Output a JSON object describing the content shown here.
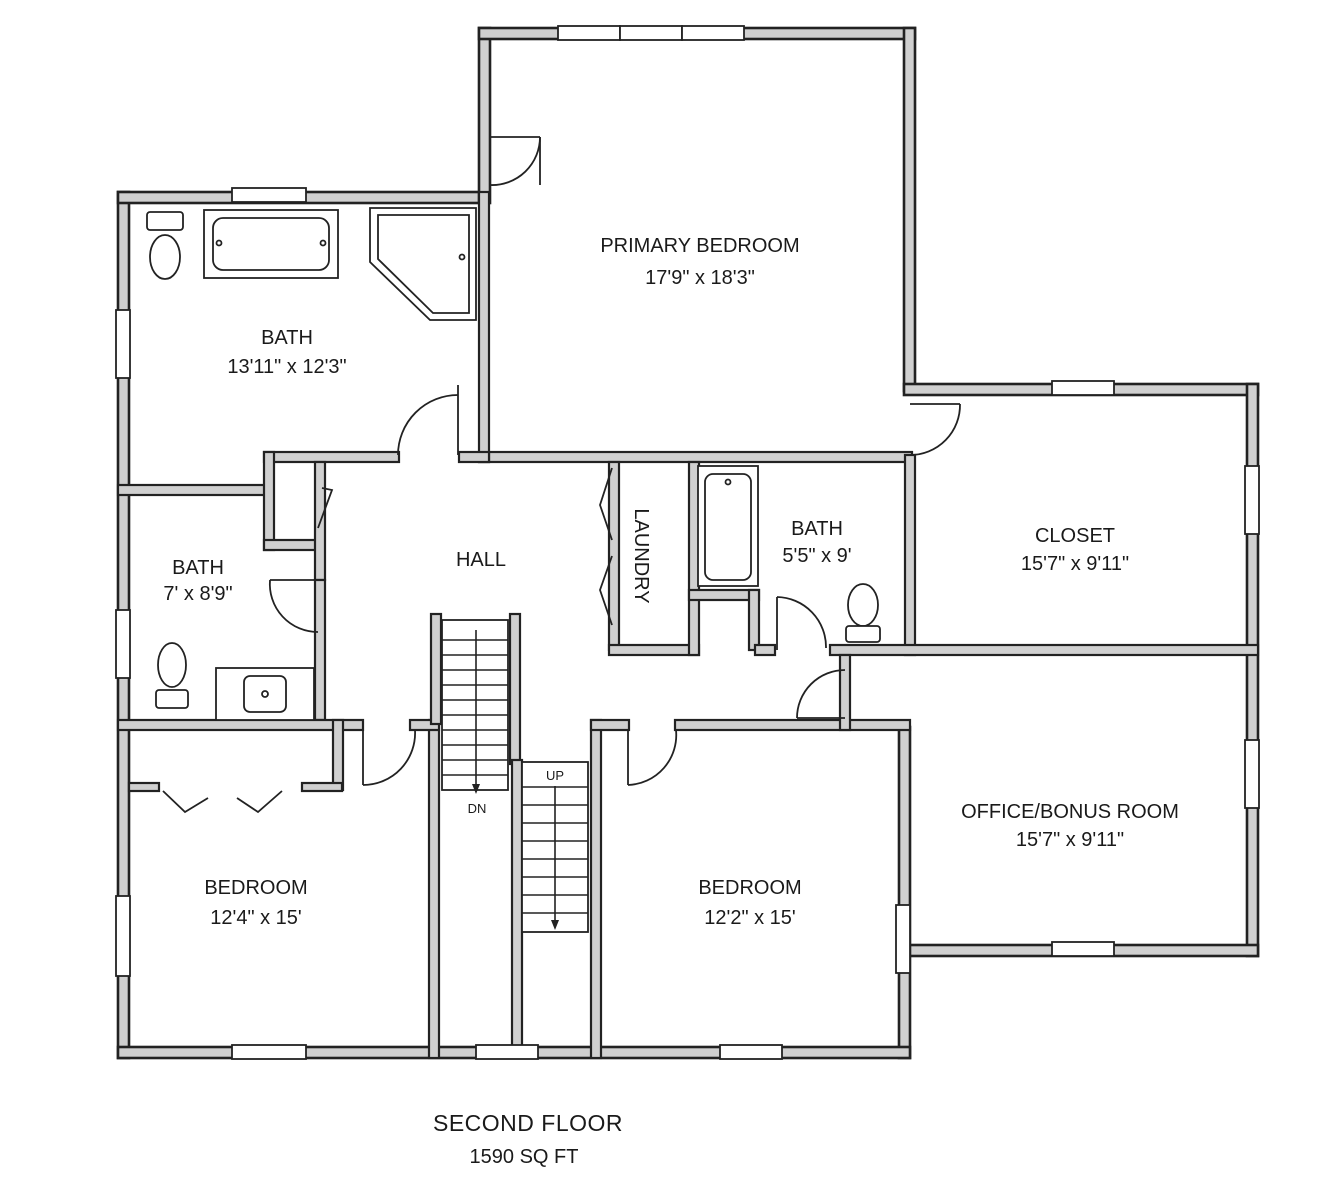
{
  "rooms": {
    "primary_bedroom": {
      "name": "PRIMARY BEDROOM",
      "size": "17'9\" x 18'3\""
    },
    "bath_main": {
      "name": "BATH",
      "size": "13'11\" x 12'3\""
    },
    "bath_small": {
      "name": "BATH",
      "size": "7' x 8'9\""
    },
    "bath_center": {
      "name": "BATH",
      "size": "5'5\" x 9'"
    },
    "hall": {
      "name": "HALL"
    },
    "laundry": {
      "name": "LAUNDRY"
    },
    "closet": {
      "name": "CLOSET",
      "size": "15'7\" x 9'11\""
    },
    "office": {
      "name": "OFFICE/BONUS ROOM",
      "size": "15'7\" x 9'11\""
    },
    "bedroom_left": {
      "name": "BEDROOM",
      "size": "12'4\" x 15'"
    },
    "bedroom_right": {
      "name": "BEDROOM",
      "size": "12'2\" x 15'"
    }
  },
  "stairs": {
    "down_label": "DN",
    "up_label": "UP"
  },
  "footer": {
    "floor": "SECOND FLOOR",
    "area": "1590 SQ FT"
  }
}
